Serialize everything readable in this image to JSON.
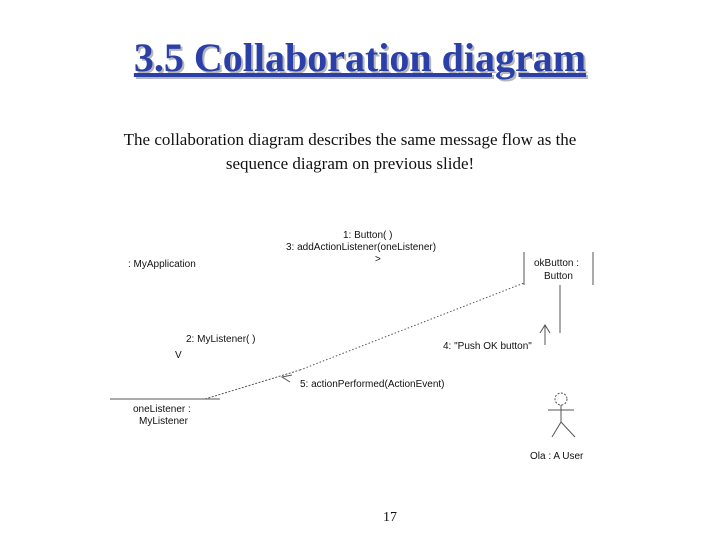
{
  "slide": {
    "title": "3.5 Collaboration diagram",
    "subtitle_line1": "The collaboration diagram describes the same message flow as the",
    "subtitle_line2": "sequence diagram on previous slide!",
    "page_number": "17"
  },
  "diagram": {
    "objects": {
      "my_application": ": MyApplication",
      "ok_button_line1": "okButton :",
      "ok_button_line2": "Button",
      "one_listener_line1": "oneListener :",
      "one_listener_line2": "MyListener",
      "actor": "Ola : A User"
    },
    "messages": {
      "msg1": "1: Button( )",
      "msg3": "3: addActionListener(oneListener)",
      "msg2": "2: MyListener( )",
      "msg4": "4: \"Push OK button\"",
      "msg5": "5: actionPerformed(ActionEvent)"
    },
    "arrow_glyphs": {
      "right": ">",
      "down": "V"
    },
    "colors": {
      "title": "#2a3fa8",
      "lines": "#555555"
    }
  }
}
